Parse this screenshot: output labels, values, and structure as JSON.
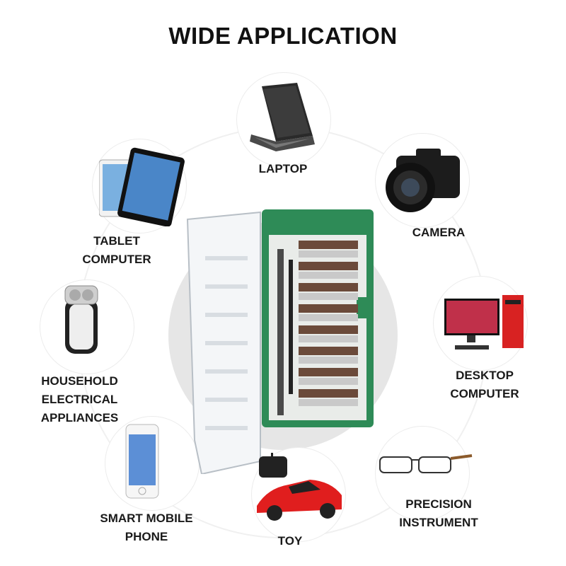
{
  "title": "WIDE APPLICATION",
  "items": {
    "laptop": {
      "line1": "LAPTOP"
    },
    "camera": {
      "line1": "CAMERA"
    },
    "tablet": {
      "line1": "TABLET",
      "line2": "COMPUTER"
    },
    "desktop": {
      "line1": "DESKTOP",
      "line2": "COMPUTER"
    },
    "household": {
      "line1": "HOUSEHOLD",
      "line2": "ELECTRICAL",
      "line3": "APPLIANCES"
    },
    "phone": {
      "line1": "SMART MOBILE",
      "line2": "PHONE"
    },
    "toy": {
      "line1": "TOY"
    },
    "precision": {
      "line1": "PRECISION",
      "line2": "INSTRUMENT"
    }
  },
  "colors": {
    "kit_green": "#2e8b57",
    "car_red": "#e01e1e",
    "center_disc": "#e6e6e6"
  }
}
